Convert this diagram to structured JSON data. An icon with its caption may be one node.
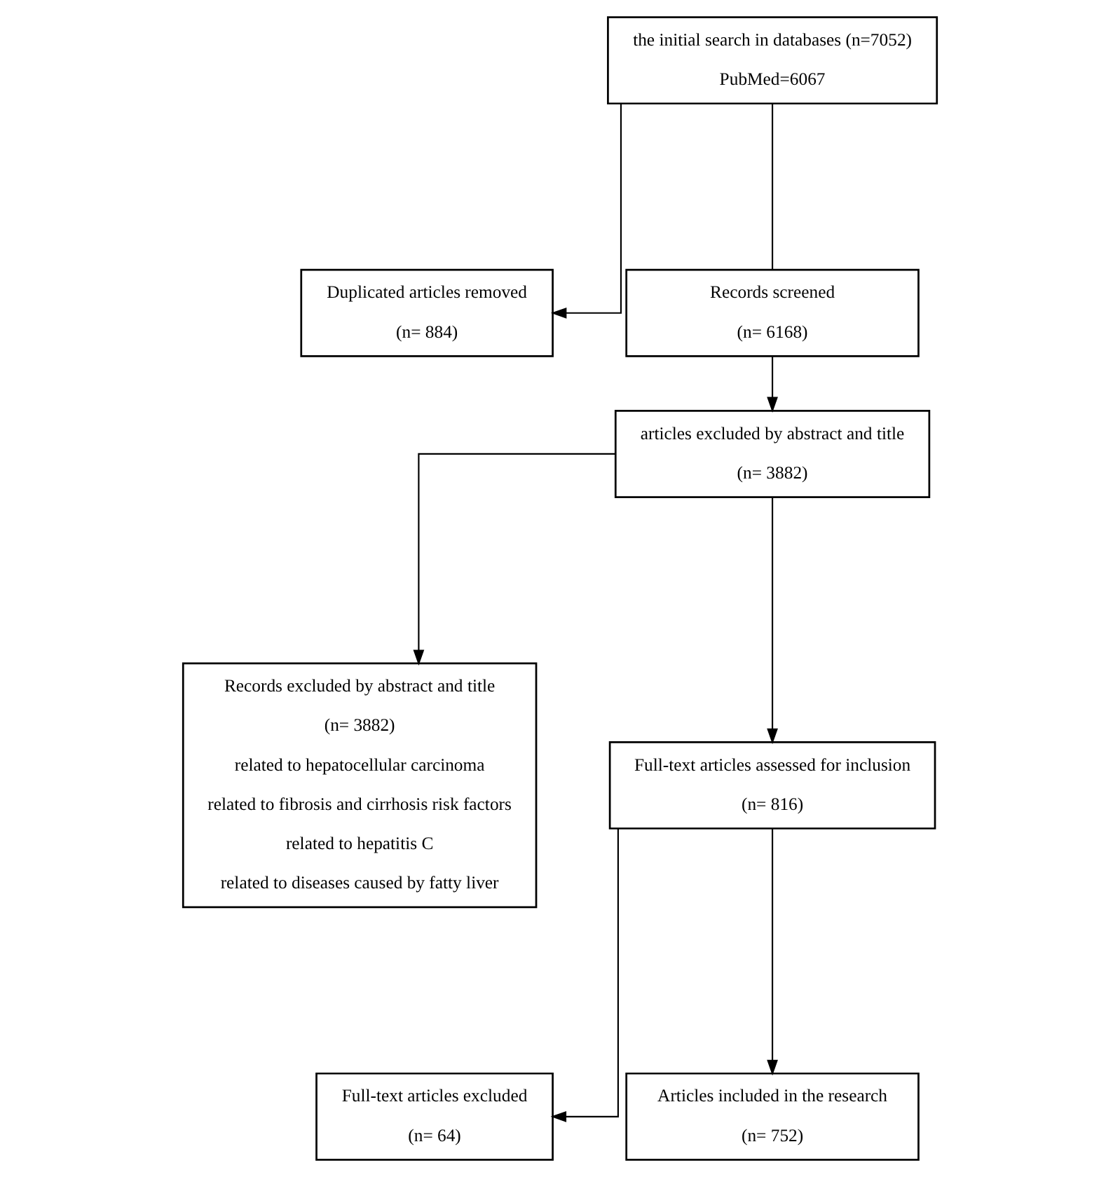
{
  "diagram": {
    "nodes": [
      {
        "text": [
          "the initial search in databases (n=7052)",
          "PubMed=6067"
        ]
      },
      {
        "text": [
          "Duplicated articles removed",
          "(n= 884)"
        ]
      },
      {
        "text": [
          "Records screened",
          "(n= 6168)"
        ]
      },
      {
        "text": [
          "articles excluded by abstract and title",
          "(n= 3882)"
        ]
      },
      {
        "text": [
          "Records excluded by abstract and title",
          "(n= 3882)",
          "related to hepatocellular carcinoma",
          "related to fibrosis and cirrhosis risk factors",
          "related to hepatitis C",
          "related to diseases caused by fatty liver"
        ]
      },
      {
        "text": [
          "Full-text articles assessed for inclusion",
          "(n= 816)"
        ]
      },
      {
        "text": [
          "Full-text articles excluded",
          "(n= 64)"
        ]
      },
      {
        "text": [
          "Articles included in the research",
          "(n= 752)"
        ]
      }
    ],
    "edges": [
      {
        "from": 0,
        "to": 2,
        "arrow": "none"
      },
      {
        "from": 0,
        "to": 1,
        "arrow": "to"
      },
      {
        "from": 2,
        "to": 3,
        "arrow": "to"
      },
      {
        "from": 3,
        "to": 5,
        "arrow": "to"
      },
      {
        "from": 3,
        "to": 4,
        "arrow": "to"
      },
      {
        "from": 5,
        "to": 7,
        "arrow": "to"
      },
      {
        "from": 5,
        "to": 6,
        "arrow": "to"
      }
    ]
  }
}
